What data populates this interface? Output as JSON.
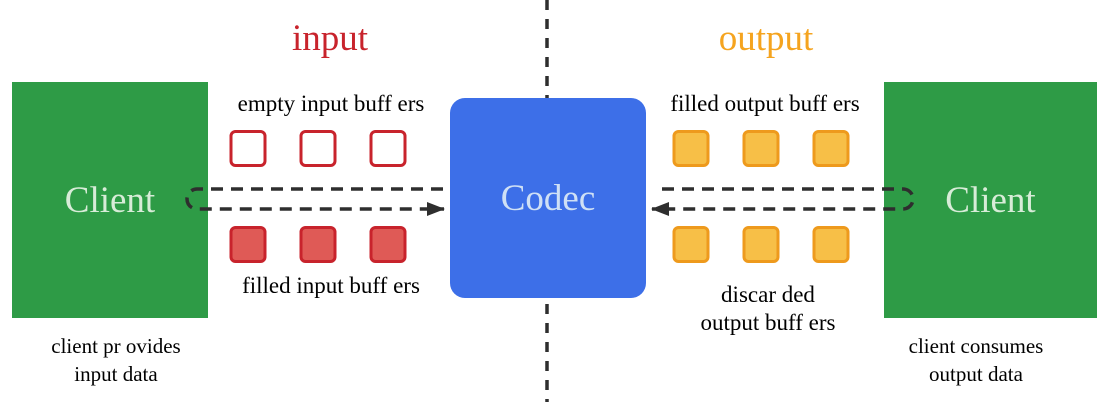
{
  "colors": {
    "green": "#2e9b46",
    "green_text": "#d8ecd8",
    "blue": "#3d6fe8",
    "blue_text": "#cfe0f5",
    "red": "#c8232c",
    "red_fill": "#df5a56",
    "orange": "#f5a41f",
    "orange_border": "#ee9a1d",
    "orange_fill": "#f7bf47",
    "line": "#2e2e2e",
    "text": "#000000"
  },
  "titles": {
    "input": "input",
    "output": "output"
  },
  "codec": {
    "label": "Codec"
  },
  "left_client": {
    "label": "Client",
    "caption_line1": "client pr ovides",
    "caption_line2": "input data"
  },
  "right_client": {
    "label": "Client",
    "caption_line1": "client consumes",
    "caption_line2": "output data"
  },
  "buffers": {
    "empty_input": {
      "label": "empty input buff ers",
      "count": 3
    },
    "filled_input": {
      "label": "filled input buff ers",
      "count": 3
    },
    "filled_output": {
      "label": "filled output buff ers",
      "count": 3
    },
    "discarded_output": {
      "label_line1": "discar ded",
      "label_line2": "output buff ers",
      "count": 3
    }
  }
}
